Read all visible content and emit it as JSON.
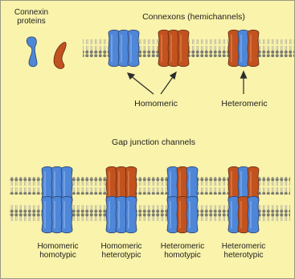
{
  "labels": {
    "connexin_proteins": [
      "Connexin",
      "proteins"
    ],
    "connexons": "Connexons (hemichannels)",
    "homomeric": "Homomeric",
    "heteromeric": "Heteromeric",
    "gap_junction": "Gap junction channels"
  },
  "channel_types": [
    {
      "line1": "Homomeric",
      "line2": "homotypic"
    },
    {
      "line1": "Homomeric",
      "line2": "heterotypic"
    },
    {
      "line1": "Heteromeric",
      "line2": "homotypic"
    },
    {
      "line1": "Heteromeric",
      "line2": "heterotypic"
    }
  ],
  "colors": {
    "background": "#f9f3ab",
    "connexin_blue": "#4e86d8",
    "connexin_orange": "#c2521e",
    "membrane_head": "#7c7c72",
    "membrane_tail": "#b9b7a4",
    "outline": "#2c2c2c"
  }
}
